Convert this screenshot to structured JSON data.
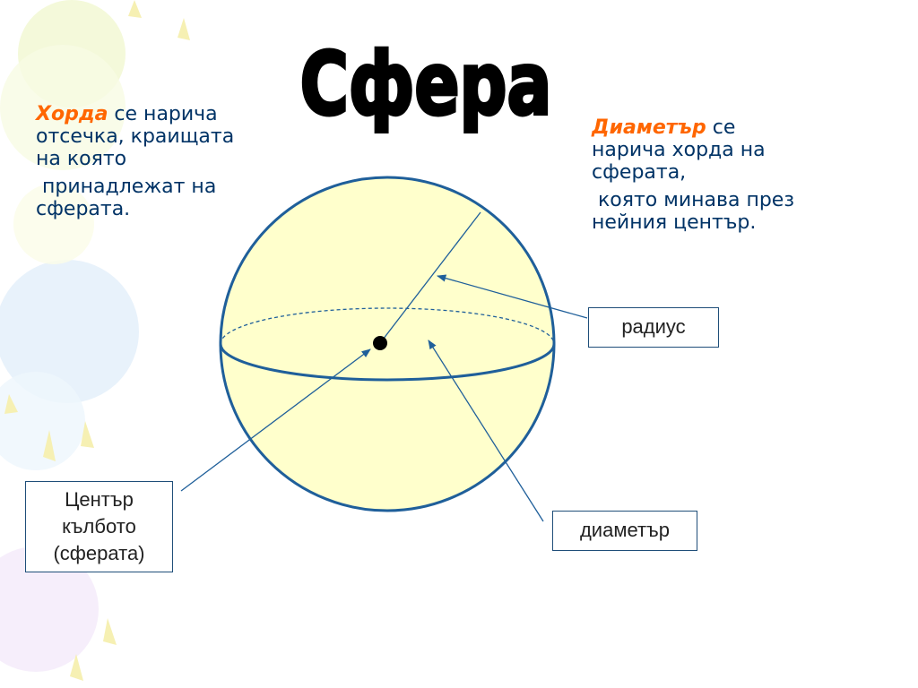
{
  "title": "Сфера",
  "chord_definition": {
    "term": "Хорда",
    "line1_rest": " се нарича отсечка, краищата на която",
    "line2": "принадлежат на сферата."
  },
  "diameter_definition": {
    "term": "Диаметър",
    "line1_rest": " се нарича хорда на сферата,",
    "line2": "която минава през нейния център."
  },
  "labels": {
    "radius": "радиус",
    "diameter": "диаметър",
    "center_line1": "Център",
    "center_line2": "кълбото",
    "center_line3": "(сферата)"
  },
  "colors": {
    "sphere_fill": "#ffffcc",
    "sphere_stroke": "#1f5f9a",
    "term": "#ff6600",
    "text": "#003366"
  }
}
